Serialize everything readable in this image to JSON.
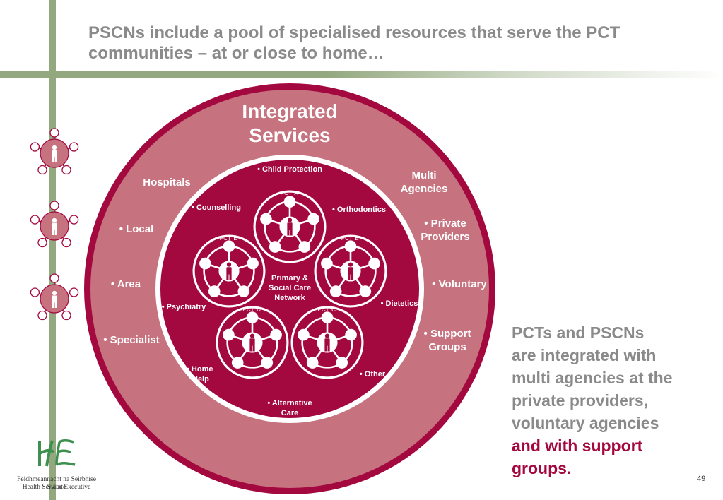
{
  "slide": {
    "title": "PSCNs include a pool of specialised resources that serve the PCT communities – at or close to home…",
    "page_number": "49",
    "colors": {
      "maroon": "#a3093f",
      "pink": "#c6727f",
      "grey_text": "#8a8a8a",
      "green_bar": "#93a87f"
    }
  },
  "diagram": {
    "outer_title_line1": "Integrated",
    "outer_title_line2": "Services",
    "hospitals": {
      "heading": "Hospitals",
      "items": [
        "• Local",
        "• Area",
        "• Specialist"
      ]
    },
    "multi_agencies": {
      "heading_line1": "Multi",
      "heading_line2": "Agencies",
      "private_line1": "• Private",
      "private_line2": "Providers",
      "voluntary": "• Voluntary",
      "support_line1": "• Support",
      "support_line2": "Groups"
    },
    "services": {
      "child_protection": "• Child Protection",
      "orthodontics": "• Orthodontics",
      "counselling": "• Counselling",
      "dietetics": "• Dietetics",
      "psychiatry": "• Psychiatry",
      "other": "• Other",
      "home_help_line1": "• Home",
      "home_help_line2": "Help",
      "alternative_line1": "• Alternative",
      "alternative_line2": "Care"
    },
    "center_line1": "Primary &",
    "center_line2": "Social Care",
    "center_line3": "Network",
    "pct_a": "PCT 'A'",
    "pct_b": "PCT 'B'",
    "pct_c": "PCT 'C'",
    "pct_d": "PCT 'D'",
    "pct_e": "PCT 'E'",
    "icons": {
      "person": "person-icon",
      "pct_network": "pct-network-icon"
    }
  },
  "summary": {
    "line1": "PCTs and PSCNs",
    "line2": "are integrated with",
    "line3": "multi agencies at the",
    "line4": "private providers,",
    "line5": "voluntary agencies",
    "line6": "and with support",
    "line7": "groups."
  },
  "logo": {
    "caption_line1": "Feidhmeannacht na Seirbhíse Sláinte",
    "caption_line2": "Health Service Executive",
    "icon": "hse-logo"
  }
}
